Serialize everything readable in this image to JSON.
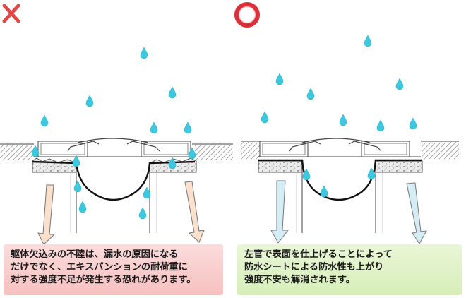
{
  "panels": {
    "bad": {
      "symbol": "×",
      "caption_lines": [
        "躯体欠込みの不陸は、漏水の原因になる",
        "だけでなく、エキスパンションの耐荷重に",
        "対する強度不足が発生する恐れがあります。"
      ]
    },
    "good": {
      "symbol": "○",
      "caption_lines": [
        "左官で表面を仕上げることによって",
        "防水シートによる防水性も上がり",
        "強度不安も解消されます。"
      ]
    }
  },
  "colors": {
    "water_drop": "#3cc8df",
    "cross_mark": "#e04848",
    "circle_mark": "#d9303a",
    "arrow_bad_fill": "#fbe0cc",
    "arrow_good_fill": "#d4ecf4",
    "caption_bad_bg": "#f7c4c4",
    "caption_good_bg": "#dff1c8"
  }
}
